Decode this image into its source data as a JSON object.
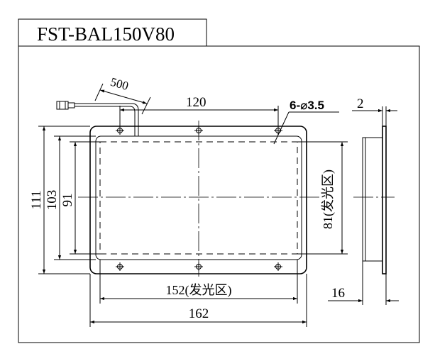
{
  "model": "FST-BAL150V80",
  "dimensions": {
    "cable_length": "500",
    "hole_spacing": "120",
    "holes": "6-⌀3.5",
    "thickness": "2",
    "outer_height": "111",
    "inner_height": "103",
    "hole_height": "91",
    "emit_height": "81(发光区)",
    "emit_width": "152(发光区)",
    "outer_width": "162",
    "depth": "16"
  }
}
